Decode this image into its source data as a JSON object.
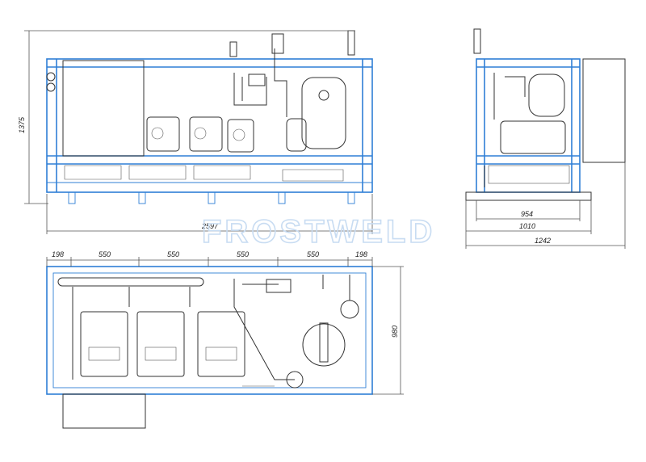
{
  "watermark": {
    "text": "FROSTWELD"
  },
  "front_view": {
    "height_label": "1375",
    "width_label": "2597"
  },
  "side_view": {
    "width_labels": [
      "954",
      "1010",
      "1242"
    ]
  },
  "top_view": {
    "segment_labels": [
      "198",
      "550",
      "550",
      "550",
      "550",
      "198"
    ],
    "depth_label": "980"
  },
  "colors": {
    "frame": "#2f7fd6",
    "detail": "#333333",
    "watermark": "#c8dcf2"
  }
}
